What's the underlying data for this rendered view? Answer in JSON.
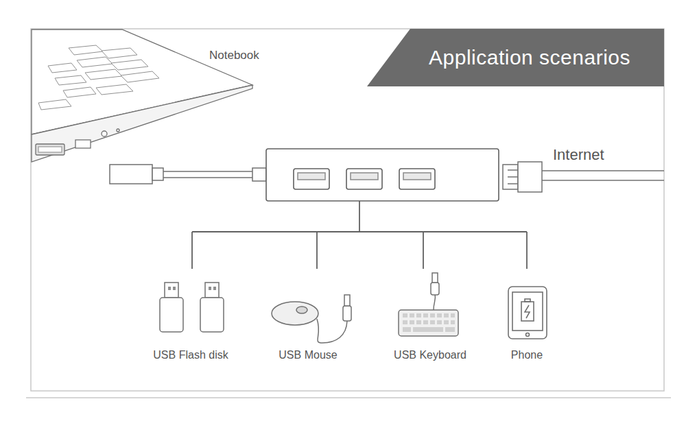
{
  "diagram": {
    "title": "Application scenarios",
    "labels": [
      "Notebook",
      "Internet",
      "USB Flash disk",
      "USB Mouse",
      "USB Keyboard",
      "Phone"
    ]
  }
}
